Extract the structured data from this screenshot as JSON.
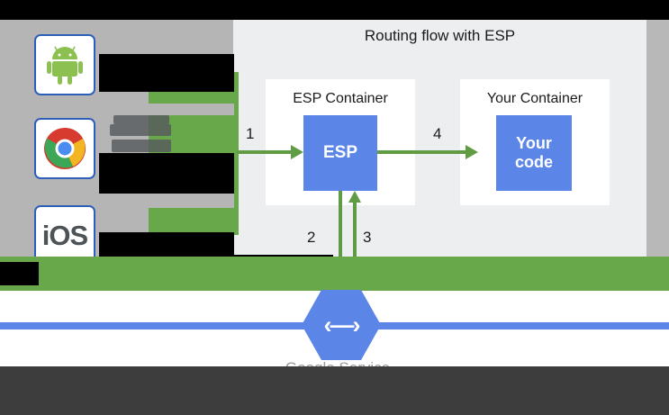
{
  "diagram": {
    "title": "Routing flow with ESP",
    "containers": [
      {
        "label": "ESP Container",
        "service": "ESP"
      },
      {
        "label": "Your Container",
        "service": "Your\ncode"
      }
    ],
    "service_boxes": {
      "esp": "ESP",
      "your_code_line1": "Your",
      "your_code_line2": "code"
    },
    "flow_steps": [
      {
        "number": "1",
        "from": "clients",
        "to": "ESP"
      },
      {
        "number": "2",
        "from": "ESP",
        "to": "service-control"
      },
      {
        "number": "3",
        "from": "service-control",
        "to": "ESP"
      },
      {
        "number": "4",
        "from": "ESP",
        "to": "Your code"
      }
    ],
    "clients": [
      {
        "name": "android",
        "label": ""
      },
      {
        "name": "chrome",
        "label": ""
      },
      {
        "name": "ios",
        "label": "iOS"
      }
    ],
    "endpoints": {
      "icon": "cloud-endpoints-hexagon",
      "glyph": "‹—›",
      "caption": "Google Service\nControl API"
    },
    "obscured_note": ""
  },
  "colors": {
    "green_arrow": "#5f9c43",
    "green_block": "#68a84b",
    "blue_box": "#5c85e8",
    "panel_bg": "#eceef0",
    "container_bg": "#ffffff",
    "tile_border": "#2c5fb8",
    "text": "#1b1b1b",
    "gray_band": "#b5b5b5",
    "bottom_shade": "#3d3d3d"
  }
}
